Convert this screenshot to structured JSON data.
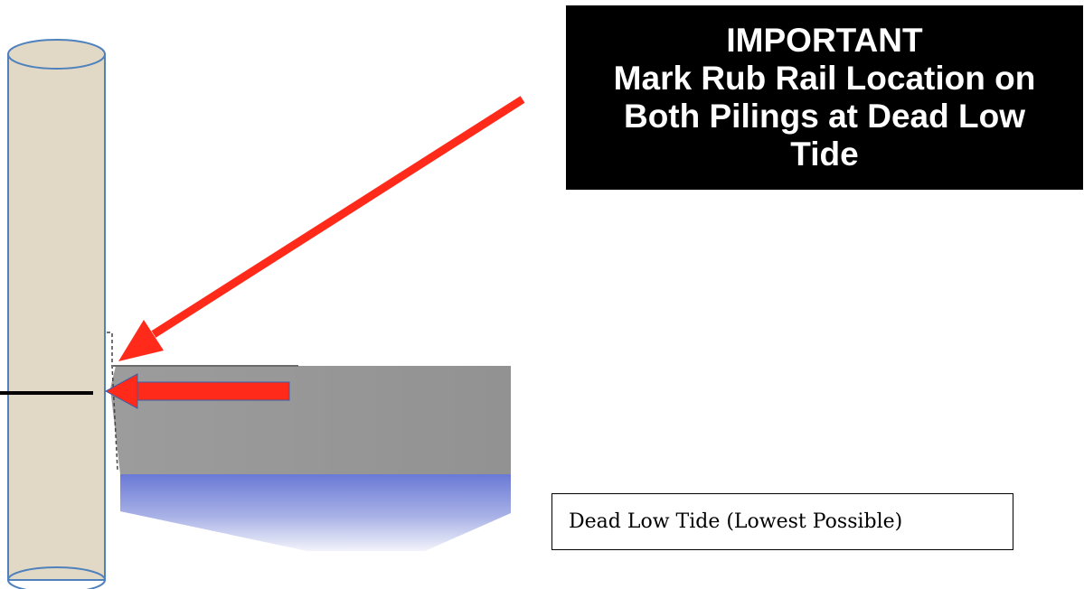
{
  "notice": {
    "lines": [
      "IMPORTANT",
      "Mark Rub Rail Location on",
      "Both Pilings at Dead Low",
      "Tide"
    ]
  },
  "tide_label": "Dead Low Tide (Lowest Possible)",
  "colors": {
    "piling_fill": "#e1d9c5",
    "piling_outline": "#4f81bd",
    "arrow": "#ff2a1a",
    "hull": "#9a9a9a",
    "water": "#6f7fd8",
    "notice_bg": "#000000",
    "notice_text": "#ffffff",
    "mark_line": "#000000"
  }
}
